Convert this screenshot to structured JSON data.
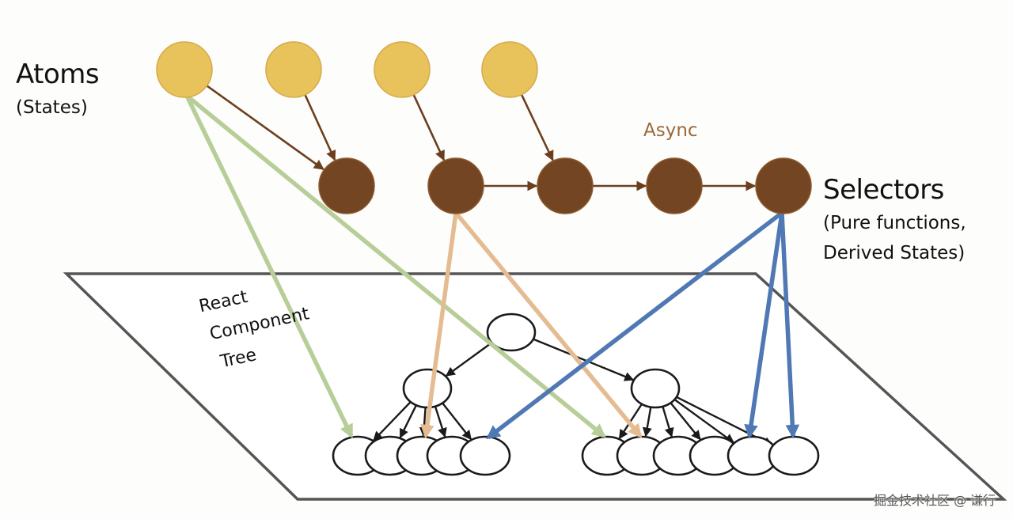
{
  "labels": {
    "atoms_title": "Atoms",
    "atoms_subtitle": "(States)",
    "selectors_title": "Selectors",
    "selectors_subtitle_line1": "(Pure functions,",
    "selectors_subtitle_line2": "Derived States)",
    "async": "Async",
    "tree_label_lines": [
      "React",
      "Component",
      "Tree"
    ],
    "watermark": "掘金技术社区 @ 谦行"
  },
  "colors": {
    "atom_fill": "#E8C35B",
    "atom_stroke": "#D6A94A",
    "selector_fill": "#744522",
    "selector_stroke": "#8C5A2E",
    "brown_edge": "#6B3F1E",
    "green_edge": "#B7CE98",
    "tan_edge": "#E5BC92",
    "blue_edge": "#4F78B4",
    "tree_stroke": "#1a1a1a",
    "plane_stroke": "#555555"
  },
  "graph": {
    "atoms": [
      "atom-1",
      "atom-2",
      "atom-3",
      "atom-4"
    ],
    "selectors": [
      "selector-1",
      "selector-2",
      "selector-3",
      "selector-4",
      "selector-5"
    ],
    "components": {
      "root": "root",
      "mid": [
        "mid-left",
        "mid-right"
      ],
      "leaves_left": [
        "leaf-l1",
        "leaf-l2",
        "leaf-l3",
        "leaf-l4",
        "leaf-l5"
      ],
      "leaves_right": [
        "leaf-r1",
        "leaf-r2",
        "leaf-r3",
        "leaf-r4",
        "leaf-r5",
        "leaf-r6"
      ]
    },
    "edges": [
      {
        "from": "atom-1",
        "to": "selector-1",
        "kind": "atom-to-selector"
      },
      {
        "from": "atom-2",
        "to": "selector-1",
        "kind": "atom-to-selector"
      },
      {
        "from": "atom-3",
        "to": "selector-2",
        "kind": "atom-to-selector"
      },
      {
        "from": "atom-4",
        "to": "selector-3",
        "kind": "atom-to-selector"
      },
      {
        "from": "selector-2",
        "to": "selector-3",
        "kind": "selector-chain"
      },
      {
        "from": "selector-3",
        "to": "selector-4",
        "kind": "selector-chain"
      },
      {
        "from": "selector-4",
        "to": "selector-5",
        "kind": "selector-chain"
      },
      {
        "from": "atom-1",
        "to": "leaf-l1",
        "kind": "atom-subscription"
      },
      {
        "from": "atom-1",
        "to": "leaf-r1",
        "kind": "atom-subscription"
      },
      {
        "from": "selector-2",
        "to": "leaf-l3",
        "kind": "selector-subscription-tan"
      },
      {
        "from": "selector-2",
        "to": "leaf-r2",
        "kind": "selector-subscription-tan"
      },
      {
        "from": "selector-5",
        "to": "leaf-l5",
        "kind": "selector-subscription-blue"
      },
      {
        "from": "selector-5",
        "to": "leaf-r5",
        "kind": "selector-subscription-blue"
      },
      {
        "from": "selector-5",
        "to": "leaf-r6",
        "kind": "selector-subscription-blue"
      },
      {
        "from": "root",
        "to": "mid-left",
        "kind": "tree"
      },
      {
        "from": "root",
        "to": "mid-right",
        "kind": "tree"
      },
      {
        "from": "mid-left",
        "to": "leaf-l1",
        "kind": "tree"
      },
      {
        "from": "mid-left",
        "to": "leaf-l2",
        "kind": "tree"
      },
      {
        "from": "mid-left",
        "to": "leaf-l3",
        "kind": "tree"
      },
      {
        "from": "mid-left",
        "to": "leaf-l4",
        "kind": "tree"
      },
      {
        "from": "mid-left",
        "to": "leaf-l5",
        "kind": "tree"
      },
      {
        "from": "mid-right",
        "to": "leaf-r1",
        "kind": "tree"
      },
      {
        "from": "mid-right",
        "to": "leaf-r2",
        "kind": "tree"
      },
      {
        "from": "mid-right",
        "to": "leaf-r3",
        "kind": "tree"
      },
      {
        "from": "mid-right",
        "to": "leaf-r4",
        "kind": "tree"
      },
      {
        "from": "mid-right",
        "to": "leaf-r5",
        "kind": "tree"
      },
      {
        "from": "mid-right",
        "to": "leaf-r6",
        "kind": "tree"
      }
    ]
  }
}
